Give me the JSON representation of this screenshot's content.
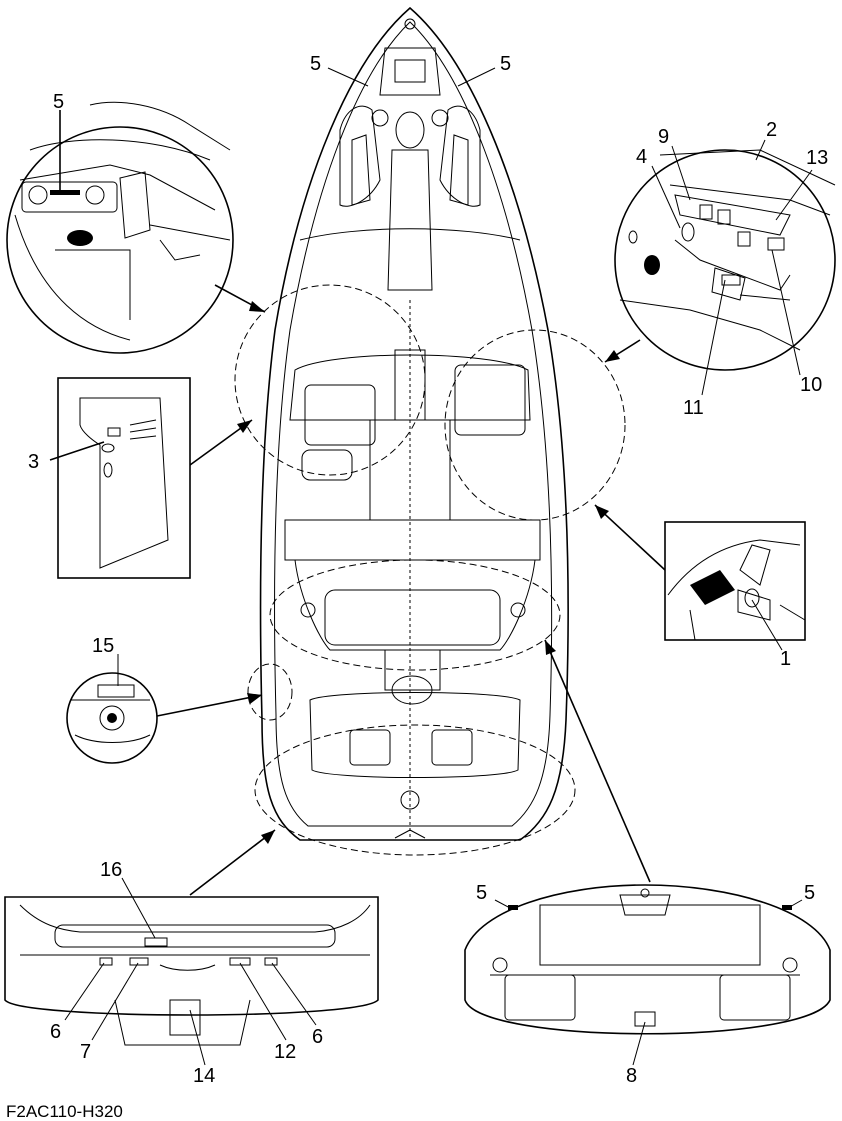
{
  "figure_code": "F2AC110-H320",
  "callouts": {
    "c1": "1",
    "c2": "2",
    "c3": "3",
    "c4": "4",
    "c5a": "5",
    "c5b": "5",
    "c5c": "5",
    "c5d": "5",
    "c5e": "5",
    "c6a": "6",
    "c6b": "6",
    "c7": "7",
    "c8": "8",
    "c9": "9",
    "c10": "10",
    "c11": "11",
    "c12": "12",
    "c13": "13",
    "c14": "14",
    "c15": "15",
    "c16": "16"
  }
}
